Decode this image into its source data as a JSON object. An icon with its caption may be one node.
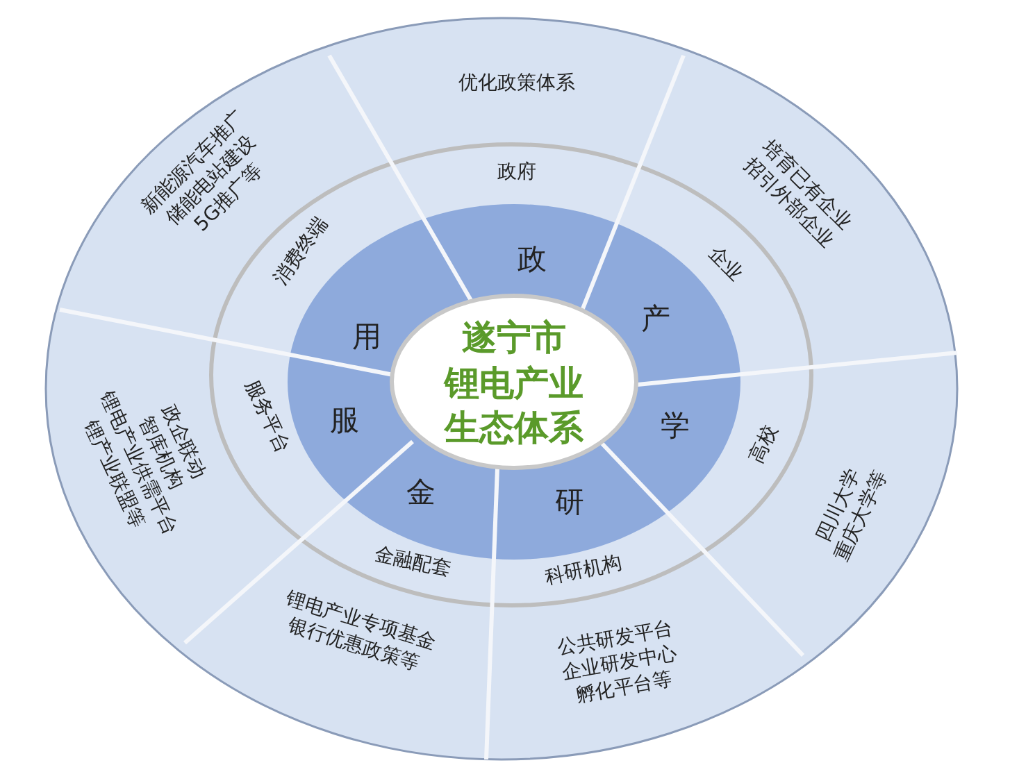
{
  "diagram": {
    "nodes": [
      {
        "text": [
          "遂宁市",
          "锂电产业",
          "生态体系"
        ]
      },
      {
        "text": [
          "政"
        ]
      },
      {
        "text": [
          "产"
        ]
      },
      {
        "text": [
          "学"
        ]
      },
      {
        "text": [
          "研"
        ]
      },
      {
        "text": [
          "金"
        ]
      },
      {
        "text": [
          "服"
        ]
      },
      {
        "text": [
          "用"
        ]
      },
      {
        "text": [
          "政府"
        ]
      },
      {
        "text": [
          "企业"
        ]
      },
      {
        "text": [
          "高校"
        ]
      },
      {
        "text": [
          "科研机构"
        ]
      },
      {
        "text": [
          "金融配套"
        ]
      },
      {
        "text": [
          "服务平台"
        ]
      },
      {
        "text": [
          "消费终端"
        ]
      },
      {
        "text": [
          "优化政策体系"
        ]
      },
      {
        "text": [
          "培育已有企业",
          "招引外部企业"
        ]
      },
      {
        "text": [
          "四川大学",
          "重庆大学等"
        ]
      },
      {
        "text": [
          "公共研发平台",
          "企业研发中心",
          "孵化平台等"
        ]
      },
      {
        "text": [
          "锂电产业专项基金",
          "银行优惠政策等"
        ]
      },
      {
        "text": [
          "政企联动",
          "智库机构",
          "锂电产业供需平台",
          "锂产业联盟等"
        ]
      },
      {
        "text": [
          "新能源汽车推广",
          "储能电站建设",
          "5G推广等"
        ]
      }
    ],
    "edges": []
  }
}
